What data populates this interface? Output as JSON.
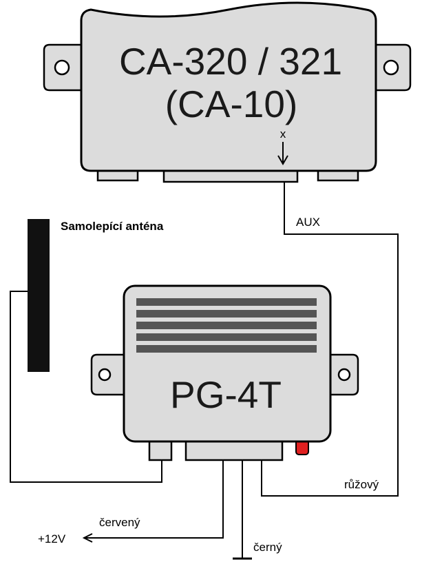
{
  "control_panel": {
    "title_line1": "CA-320 / 321",
    "title_line2": "(CA-10)",
    "terminal_marker": "x"
  },
  "module": {
    "title": "PG-4T",
    "led_color": "#e02020"
  },
  "antenna": {
    "label": "Samolepící anténa"
  },
  "wires": {
    "aux_label": "AUX",
    "pink_label": "růžový",
    "red_label": "červený",
    "supply_label": "+12V",
    "black_label": "černý"
  },
  "colors": {
    "panel_fill": "#dcdcdc",
    "antenna_fill": "#111111",
    "vent_stripes": "#555555"
  }
}
